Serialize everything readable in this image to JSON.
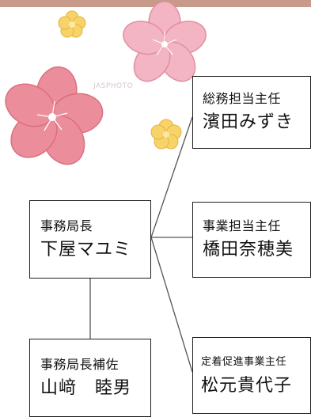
{
  "watermark": "JASPHOTO",
  "colors": {
    "border": "#1f1f1f",
    "top_border": "#c79a8a",
    "flower_pink": "#f3b4c3",
    "flower_rose": "#ec8d9c",
    "flower_yellow": "#f7d36a"
  },
  "org": {
    "head": {
      "role": "事務局長",
      "name": "下屋マユミ"
    },
    "assistant": {
      "role": "事務局長補佐",
      "name": "山﨑　睦男"
    },
    "staff": [
      {
        "role": "総務担当主任",
        "name": "濱田みずき"
      },
      {
        "role": "事業担当主任",
        "name": "橋田奈穂美"
      },
      {
        "role": "定着促進事業主任",
        "name": "松元貴代子"
      }
    ]
  }
}
